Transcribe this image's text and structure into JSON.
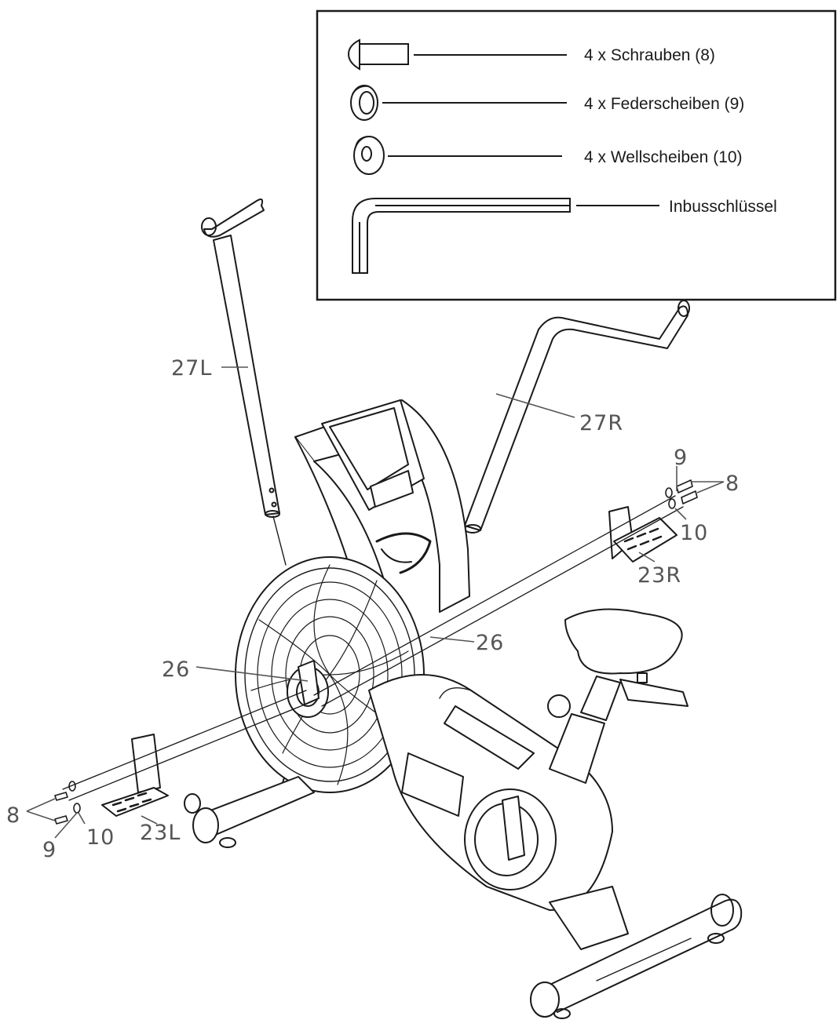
{
  "hardware_box": {
    "items": [
      {
        "label": "4 x Schrauben (8)",
        "icon": "bolt-icon"
      },
      {
        "label": "4 x Federscheiben (9)",
        "icon": "spring-washer-icon"
      },
      {
        "label": "4 x Wellscheiben (10)",
        "icon": "wave-washer-icon"
      },
      {
        "label": "Inbusschlüssel",
        "icon": "allen-key-icon"
      }
    ]
  },
  "parts": {
    "handlebar_left": "27L",
    "handlebar_right": "27R",
    "bolt_right": "8",
    "spring_washer_right": "9",
    "wave_washer_right": "10",
    "footrest_right": "23R",
    "axle_right": "26",
    "axle_left": "26",
    "bolt_left": "8",
    "spring_washer_left": "9",
    "wave_washer_left": "10",
    "footrest_left": "23L"
  },
  "colors": {
    "line": "#1a1a1a",
    "label": "#555555"
  }
}
